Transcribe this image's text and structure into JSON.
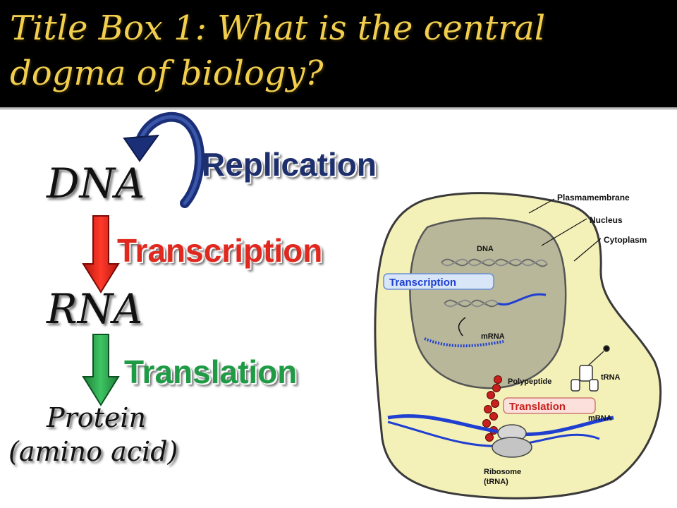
{
  "title": "Title Box 1: What is the central dogma of biology?",
  "flow": {
    "dna": "DNA",
    "rna": "RNA",
    "protein": "Protein",
    "amino": "(amino acid)",
    "replication": "Replication",
    "transcription": "Transcription",
    "translation": "Translation"
  },
  "cell": {
    "plasma_membrane": "Plasmamembrane",
    "nucleus": "Nucleus",
    "cytoplasm": "Cytoplasm",
    "dna": "DNA",
    "transcription": "Transcription",
    "mrna_nucleus": "mRNA",
    "polypeptide": "Polypeptide",
    "trna": "tRNA",
    "translation": "Translation",
    "mrna_cytoplasm": "mRNA",
    "ribosome_line1": "Ribosome",
    "ribosome_line2": "(tRNA)"
  },
  "colors": {
    "title_bg": "#000000",
    "title_text": "#f1ce4e",
    "replication": "#1e2f6e",
    "transcription": "#e0281f",
    "translation": "#1f9a45",
    "cell_fill": "#f3f0b8",
    "nucleus_fill": "#b8b79a",
    "strand_blue": "#1f3fd1",
    "polypeptide_red": "#c8201c"
  }
}
